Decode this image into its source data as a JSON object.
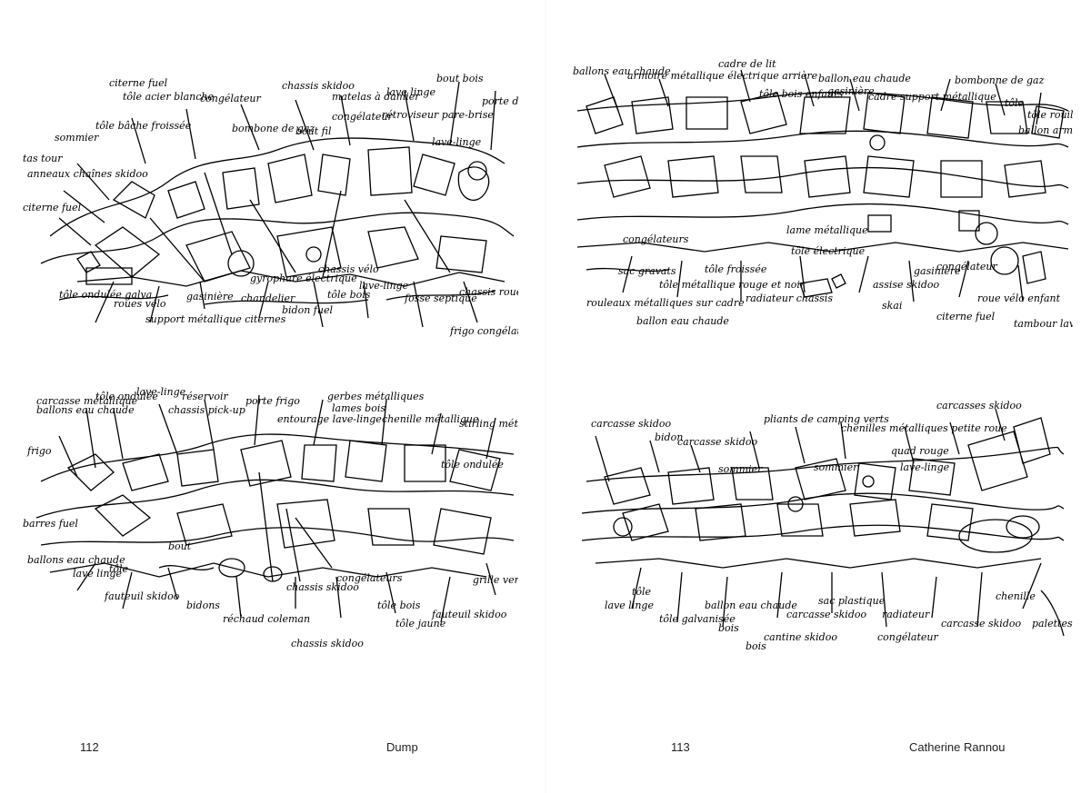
{
  "left_page": {
    "page_number": "112",
    "running_title": "Dump",
    "sketch_top_labels": [
      "citerne fuel",
      "tôle acier blanche",
      "congélateur",
      "chassis skidoo",
      "matelas à damier",
      "lave linge",
      "bout bois",
      "porte de frigo",
      "tôle bâche froissée",
      "sommier",
      "bombone de gaz",
      "bout fil",
      "congélateur",
      "rétroviseur pare-brise",
      "lave-linge",
      "tas tour",
      "anneaux chaînes skidoo",
      "citerne fuel"
    ],
    "sketch_bottom_labels": [
      "tôle ondulée galva",
      "roues vélo",
      "gasinière",
      "support métallique citernes",
      "chandelier",
      "gyrophare électrique",
      "bidon fuel",
      "chassis vélo",
      "tôle bois",
      "lave-linge",
      "fosse septique",
      "chassis roues",
      "frigo congélateur"
    ],
    "sketch2_top_labels": [
      "carcasse métallique",
      "tôle ondulée",
      "lave-linge",
      "réservoir",
      "chassis pick-up",
      "porte frigo",
      "gerbes métalliques",
      "entourage lave-linge",
      "chenille métallique",
      "lames bois",
      "stirling métallique",
      "frigo",
      "ballons eau chaude",
      "tôle ondulée"
    ],
    "sketch2_bottom_labels": [
      "barres fuel",
      "ballons eau chaude",
      "lave linge",
      "tôle",
      "fauteuil skidoo",
      "bout",
      "bidons",
      "réchaud coleman",
      "chassis skidoo",
      "chassis skidoo",
      "congélateurs",
      "tôle bois",
      "tôle jaune",
      "fauteuil skidoo",
      "grille ventilation"
    ]
  },
  "right_page": {
    "page_number": "113",
    "running_title": "Catherine Rannou",
    "sketch_top_labels": [
      "ballons eau chaude",
      "armoire métallique électrique arrière",
      "cadre de lit",
      "ballon eau chaude",
      "tôle bois enfants",
      "gasinière",
      "cadre support métallique",
      "bombonne de gaz",
      "tôle",
      "tôle rouillée",
      "ballon armoire métallique"
    ],
    "sketch_bottom_labels": [
      "rouleaux métalliques sur cadre",
      "sac gravats",
      "tôle métallique rouge et noir",
      "ballon eau chaude",
      "tôle froissée",
      "radiateur chassis",
      "lame métallique",
      "tôle électrique",
      "assise skidoo",
      "gasinière",
      "congélateur",
      "citerne fuel",
      "roue vélo enfant",
      "tambour lave-linge",
      "congélateurs",
      "skai"
    ],
    "sketch2_top_labels": [
      "carcasse skidoo",
      "bidon",
      "carcasse skidoo",
      "sommier",
      "pliants de camping verts",
      "chenilles métalliques petite roue",
      "quad rouge",
      "lave-linge",
      "carcasses skidoo",
      "sommier"
    ],
    "sketch2_bottom_labels": [
      "lave linge",
      "tôle",
      "tôle galvanisée",
      "ballon eau chaude",
      "bois",
      "bois",
      "carcasse skidoo",
      "cantine skidoo",
      "sac plastique",
      "radiateur",
      "congélateur",
      "carcasse skidoo",
      "chenille",
      "palettes"
    ]
  }
}
